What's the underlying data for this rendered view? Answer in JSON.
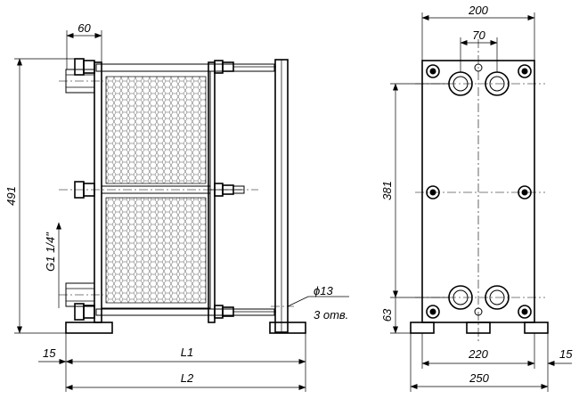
{
  "dimensions": {
    "side_top_width": "60",
    "side_height": "491",
    "side_port_thread": "G1 1/4\"",
    "hole_diameter": "ϕ13",
    "hole_count": "3 отв.",
    "side_offset": "15",
    "length_l1": "L1",
    "length_l2": "L2",
    "front_width": "200",
    "front_port_spacing": "70",
    "front_port_height": "381",
    "front_base_height": "63",
    "front_base_width": "220",
    "front_right_offset": "15",
    "front_total_width": "250"
  },
  "colors": {
    "line": "#000000",
    "background": "#ffffff"
  }
}
